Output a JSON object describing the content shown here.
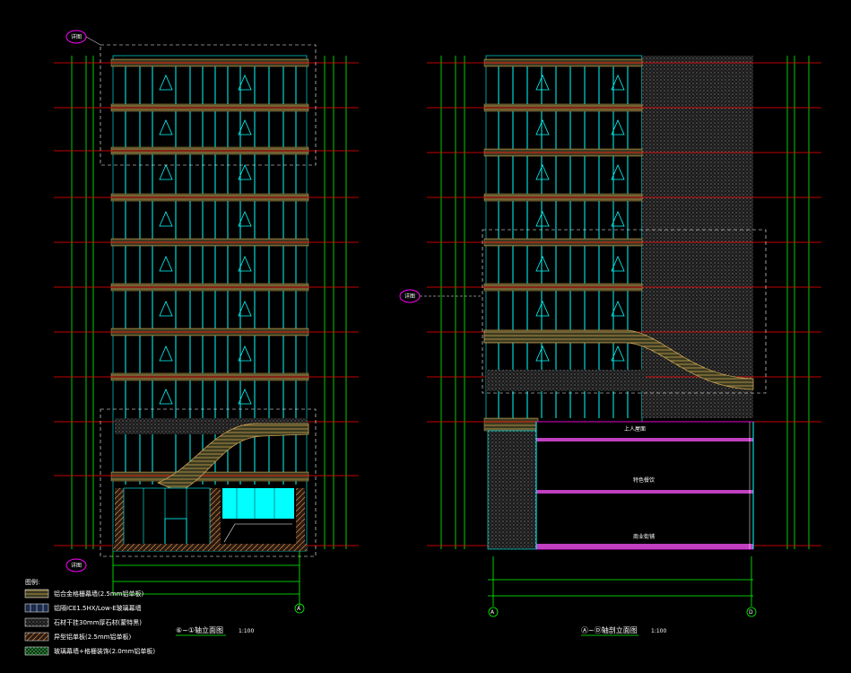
{
  "legend": {
    "heading": "图例:",
    "items": [
      {
        "text": "铝合金格栅幕墙(2.5mm铝单板)",
        "color": "#6fa86f"
      },
      {
        "text": "铝隔ICE1.5HX/Low-E玻璃幕墙",
        "color": "#5a7fb0"
      },
      {
        "text": "石材干挂30mm厚石材(蒙特黑)",
        "color": "#8a8a8a"
      },
      {
        "text": "异型铝单板(2.5mm铝单板)",
        "color": "#c07a40"
      },
      {
        "text": "玻璃幕墙+格栅装饰(2.0mm铝单板)",
        "color": "#2f7a3a"
      }
    ]
  },
  "left_drawing": {
    "title": "⑥~①轴立面图",
    "scale": "1:100",
    "axis_end": "A",
    "callout_top": "详图",
    "callout_bottom": "详图"
  },
  "right_drawing": {
    "title": "Ⓐ~Ⓓ轴剖立面图",
    "scale": "1:100",
    "axis_start": "A",
    "axis_end": "D",
    "callout_mid": "详图",
    "rooms": [
      "上人屋面",
      "特色餐饮",
      "商业街铺"
    ]
  },
  "colors": {
    "background": "#000000",
    "dimension": "#00ff00",
    "glass_mullion": "#00ffff",
    "floor_line": "#ff0000",
    "slab_band": "#c8a050",
    "callout": "#ff00ff",
    "hatch_stone": "#808080"
  }
}
